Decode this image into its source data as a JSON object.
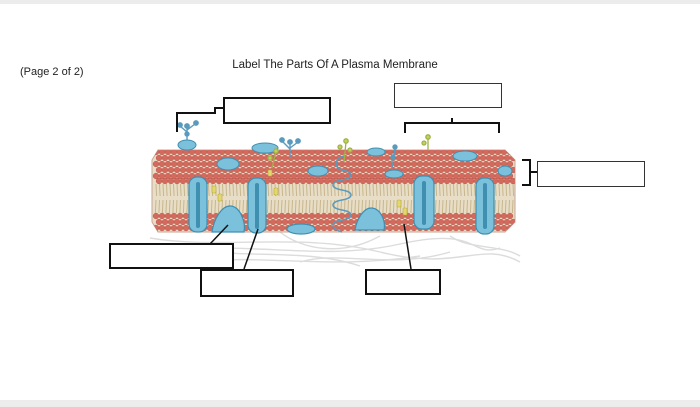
{
  "page": {
    "page_indicator": "(Page 2 of 2)",
    "title": "Label The Parts Of A Plasma Membrane"
  },
  "colors": {
    "head": "#d4695d",
    "head_edge": "#a8443a",
    "tail": "#c7b68c",
    "protein": "#7cc1dc",
    "protein_edge": "#3f8fb0",
    "fiber": "#d9d9d9",
    "sugar": "#5a9bbd",
    "cholesterol": "#e3d870"
  },
  "blank_boxes": [
    "label-box-top-left",
    "label-box-top-right",
    "label-box-right",
    "label-box-bottom-left",
    "label-box-bottom-center-left",
    "label-box-bottom-center-right"
  ]
}
